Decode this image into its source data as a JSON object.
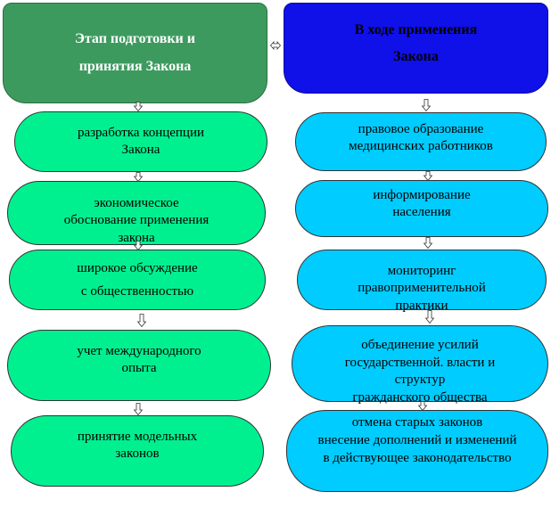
{
  "left": {
    "header": [
      "Этап подготовки и",
      "принятия Закона"
    ],
    "steps": [
      [
        "разработка концепции",
        "Закона"
      ],
      [
        "экономическое",
        "обоснование применения",
        "закона"
      ],
      [
        "широкое обсуждение",
        "с общественностью"
      ],
      [
        "учет международного",
        "опыта"
      ],
      [
        "принятие модельных",
        "законов"
      ]
    ]
  },
  "right": {
    "header": [
      "В ходе применения",
      "Закона"
    ],
    "steps": [
      [
        "правовое образование",
        "медицинских работников"
      ],
      [
        "информирование",
        "населения"
      ],
      [
        "мониторинг",
        "правоприменительной",
        "практики"
      ],
      [
        "объединение усилий",
        "государственной. власти и",
        "структур",
        "гражданского общества"
      ],
      [
        "отмена старых законов",
        "внесение дополнений и изменений",
        "в действующее законодательство"
      ]
    ]
  },
  "colors": {
    "left_header": "#3d9a5e",
    "right_header": "#1010e8",
    "left_step": "#00f090",
    "right_step": "#00ccff"
  },
  "icons": [
    "down-arrow-icon",
    "left-right-arrow-icon"
  ]
}
